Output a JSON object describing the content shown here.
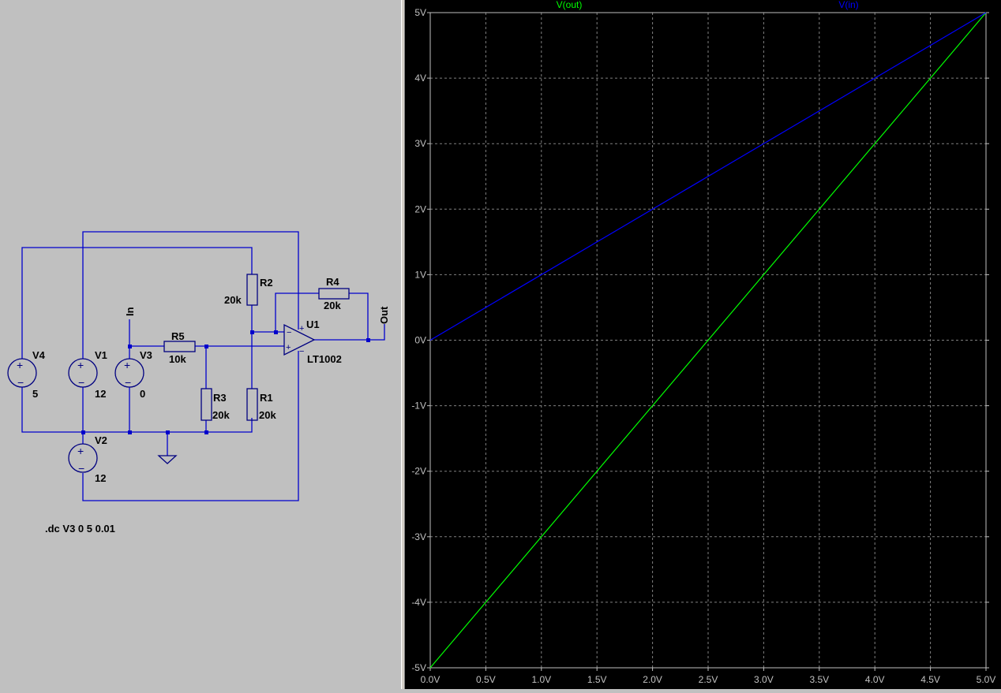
{
  "schematic": {
    "colors": {
      "background": "#c0c0c0",
      "wire": "#0000cc",
      "component": "#000080",
      "text": "#000000",
      "junction": "#0000cc"
    },
    "components": {
      "V4": {
        "ref": "V4",
        "value": "5"
      },
      "V1": {
        "ref": "V1",
        "value": "12"
      },
      "V2": {
        "ref": "V2",
        "value": "12"
      },
      "V3": {
        "ref": "V3",
        "value": "0"
      },
      "R5": {
        "ref": "R5",
        "value": "10k"
      },
      "R3": {
        "ref": "R3",
        "value": "20k"
      },
      "R1": {
        "ref": "R1",
        "value": "20k"
      },
      "R2": {
        "ref": "R2",
        "value": "20k"
      },
      "R4": {
        "ref": "R4",
        "value": "20k"
      },
      "U1": {
        "ref": "U1",
        "value": "LT1002"
      }
    },
    "net_labels": {
      "in": "In",
      "out": "Out"
    },
    "opamp_pins": {
      "plus": "+",
      "minus": "−"
    },
    "source_pins": {
      "plus": "+",
      "minus": "−"
    },
    "spice_directive": ".dc V3 0 5 0.01"
  },
  "chart_data": {
    "type": "line",
    "title": "",
    "xlabel": "",
    "ylabel": "",
    "xlim": [
      0,
      5
    ],
    "ylim": [
      -5,
      5
    ],
    "grid": true,
    "legend_placement": "top",
    "x_ticks": [
      "0.0V",
      "0.5V",
      "1.0V",
      "1.5V",
      "2.0V",
      "2.5V",
      "3.0V",
      "3.5V",
      "4.0V",
      "4.5V",
      "5.0V"
    ],
    "y_ticks": [
      "5V",
      "4V",
      "3V",
      "2V",
      "1V",
      "0V",
      "-1V",
      "-2V",
      "-3V",
      "-4V",
      "-5V"
    ],
    "series": [
      {
        "name": "V(out)",
        "color": "#00ff00",
        "x": [
          0,
          5
        ],
        "y": [
          -5,
          5
        ]
      },
      {
        "name": "V(in)",
        "color": "#0000ff",
        "x": [
          0,
          5
        ],
        "y": [
          0,
          5
        ]
      }
    ],
    "colors": {
      "background": "#000000",
      "axis": "#c0c0c0",
      "grid": "#808080",
      "tick_text": "#c0c0c0"
    }
  }
}
